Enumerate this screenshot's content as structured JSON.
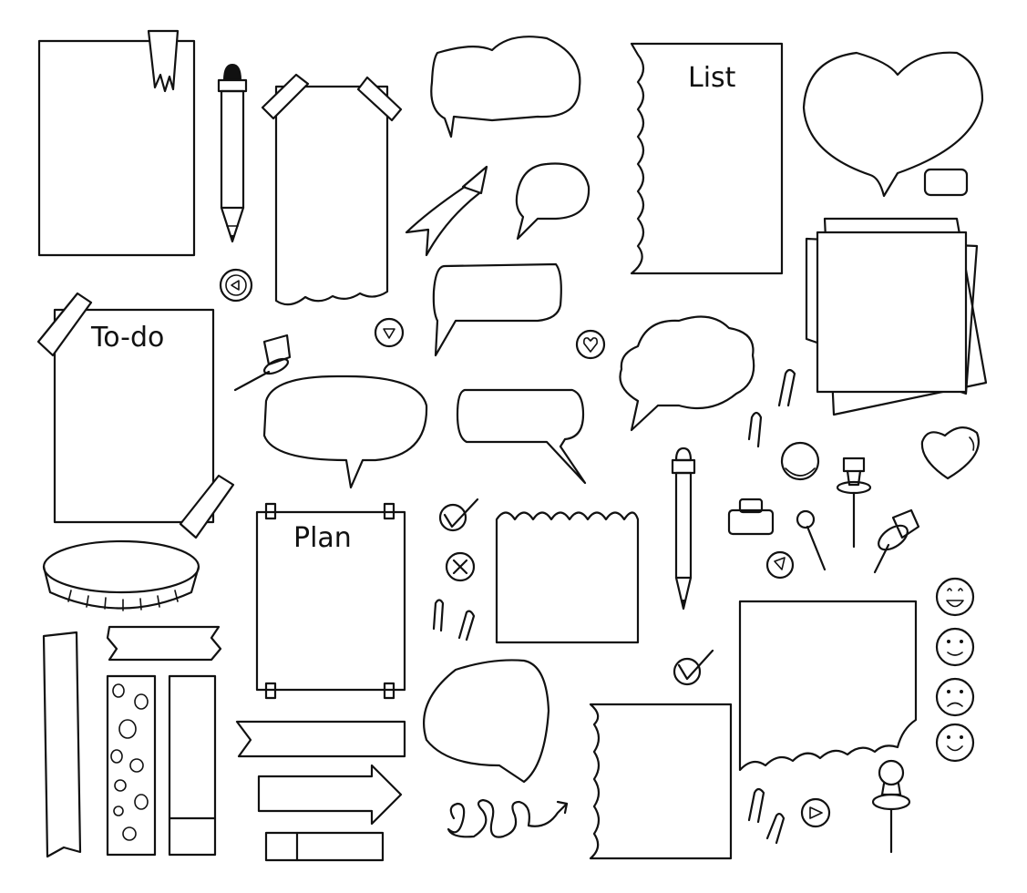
{
  "labels": {
    "list": "List",
    "todo": "To-do",
    "plan": "Plan"
  },
  "colors": {
    "ink": "#111111",
    "background": "#ffffff"
  },
  "icons": [
    "note-paper-icon",
    "pencil-icon",
    "taped-note-icon",
    "speech-bubble-icon",
    "torn-list-paper-icon",
    "heart-bubble-icon",
    "eraser-icon",
    "sticky-notes-stack-icon",
    "shooting-star-icon",
    "pushpin-icon",
    "paper-clip-icon",
    "checkmark-icon",
    "cross-circle-icon",
    "heart-icon",
    "binder-clip-icon",
    "washi-tape-icon",
    "arrow-banner-icon",
    "spiral-arrow-icon",
    "smiley-face-icon",
    "sad-face-icon",
    "neutral-face-icon",
    "play-button-icon"
  ]
}
